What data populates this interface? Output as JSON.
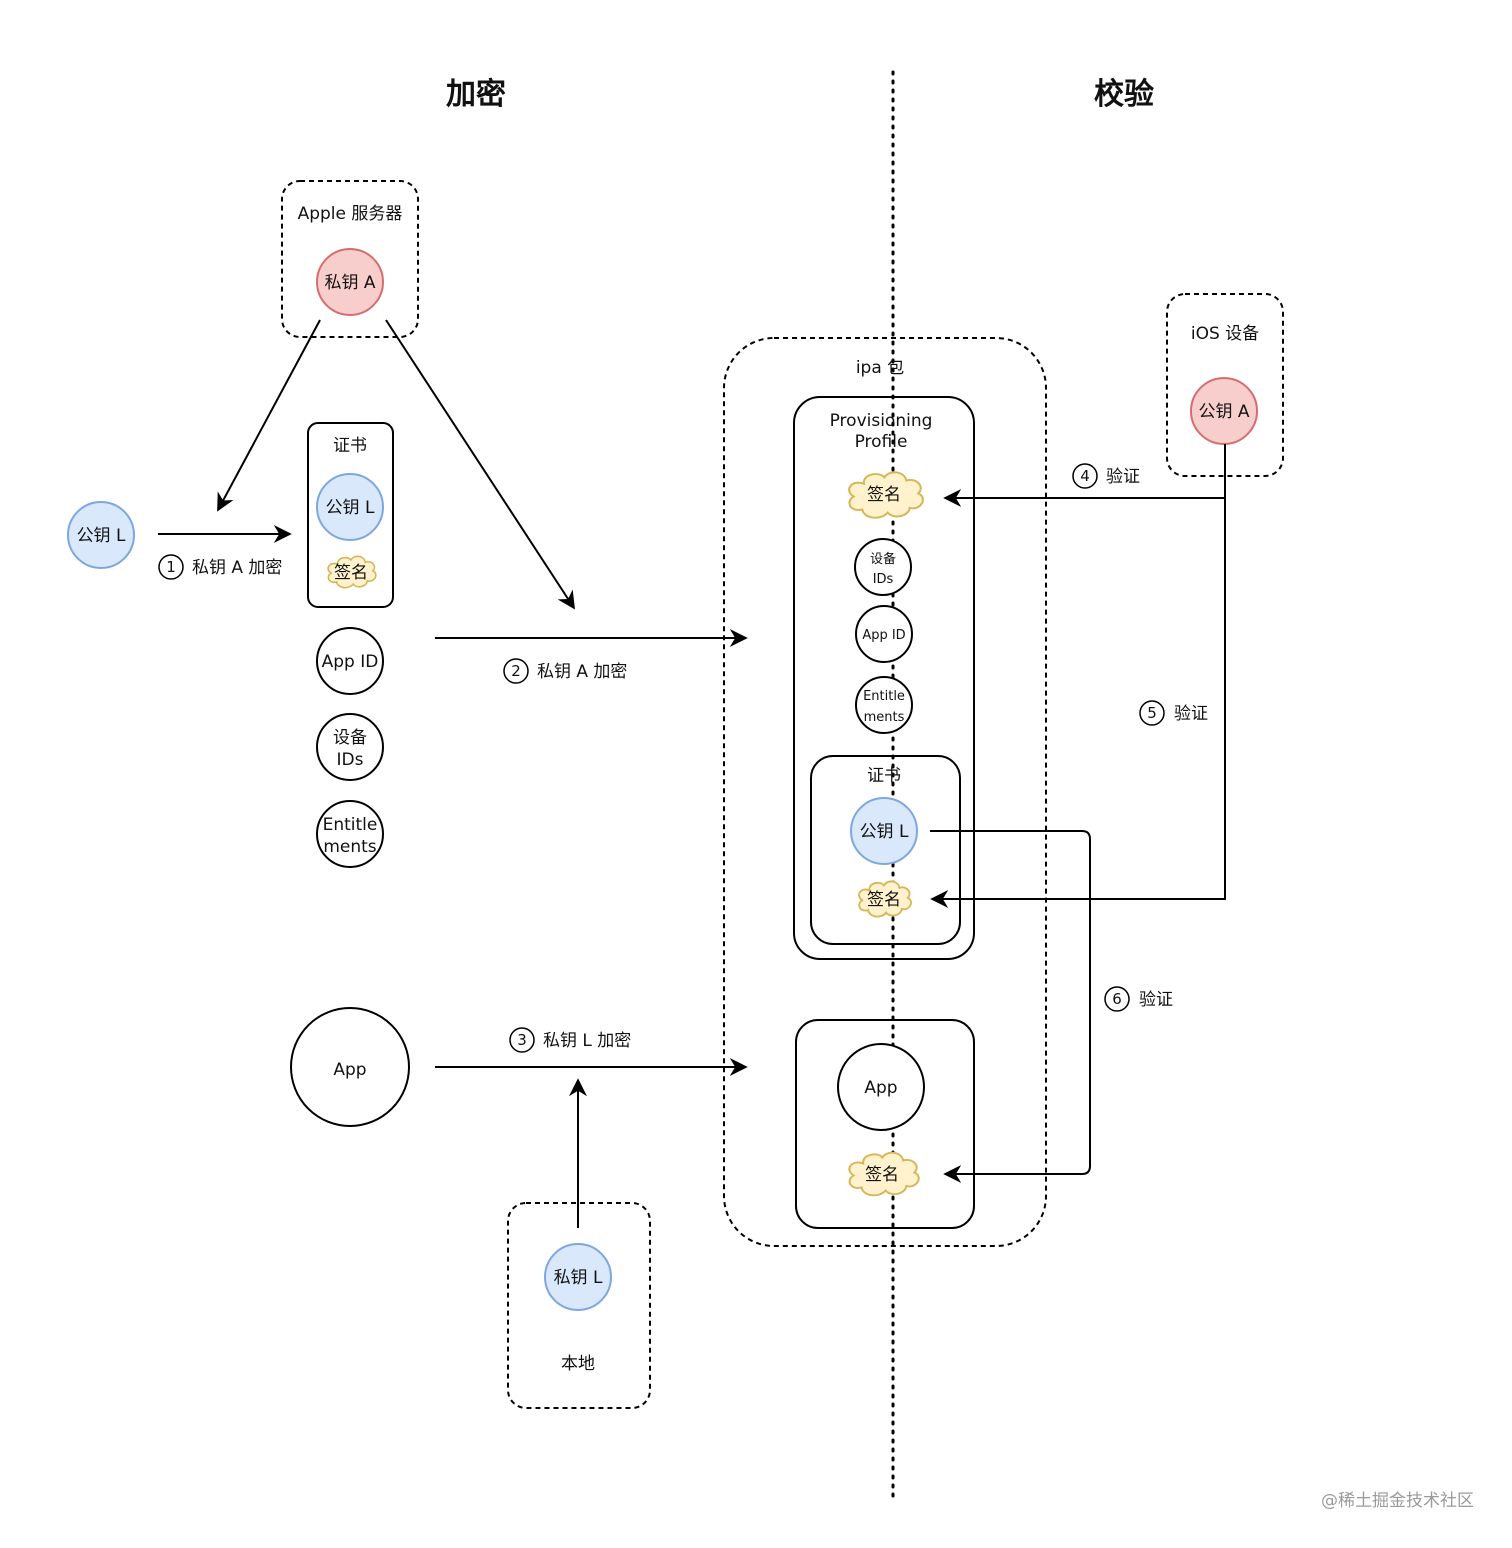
{
  "headings": {
    "left": "加密",
    "right": "校验"
  },
  "groups": {
    "apple_server": "Apple 服务器",
    "ios_device": "iOS 设备",
    "ipa": "ipa 包",
    "local": "本地",
    "provisioning_line1": "Provisioning",
    "provisioning_line2": "Profile"
  },
  "nodes": {
    "private_key_a": "私钥 A",
    "public_key_a": "公钥 A",
    "public_key_l": "公钥 L",
    "private_key_l": "私钥 L",
    "certificate": "证书",
    "signature": "签名",
    "app_id": "App ID",
    "device_ids_line1": "设备",
    "device_ids_line2": "IDs",
    "entitlements_line1": "Entitle",
    "entitlements_line2": "ments",
    "app": "App"
  },
  "steps": [
    {
      "num": "1",
      "label": "私钥 A 加密"
    },
    {
      "num": "2",
      "label": "私钥 A 加密"
    },
    {
      "num": "3",
      "label": "私钥 L 加密"
    },
    {
      "num": "4",
      "label": "验证"
    },
    {
      "num": "5",
      "label": "验证"
    },
    {
      "num": "6",
      "label": "验证"
    }
  ],
  "watermark": "@稀土掘金技术社区",
  "colors": {
    "red_fill": "#f8cecc",
    "red_stroke": "#d66d6d",
    "blue_fill": "#dae8fc",
    "blue_stroke": "#7ea6e0",
    "cloud_fill": "#fff2cc",
    "cloud_stroke": "#d6b656"
  }
}
